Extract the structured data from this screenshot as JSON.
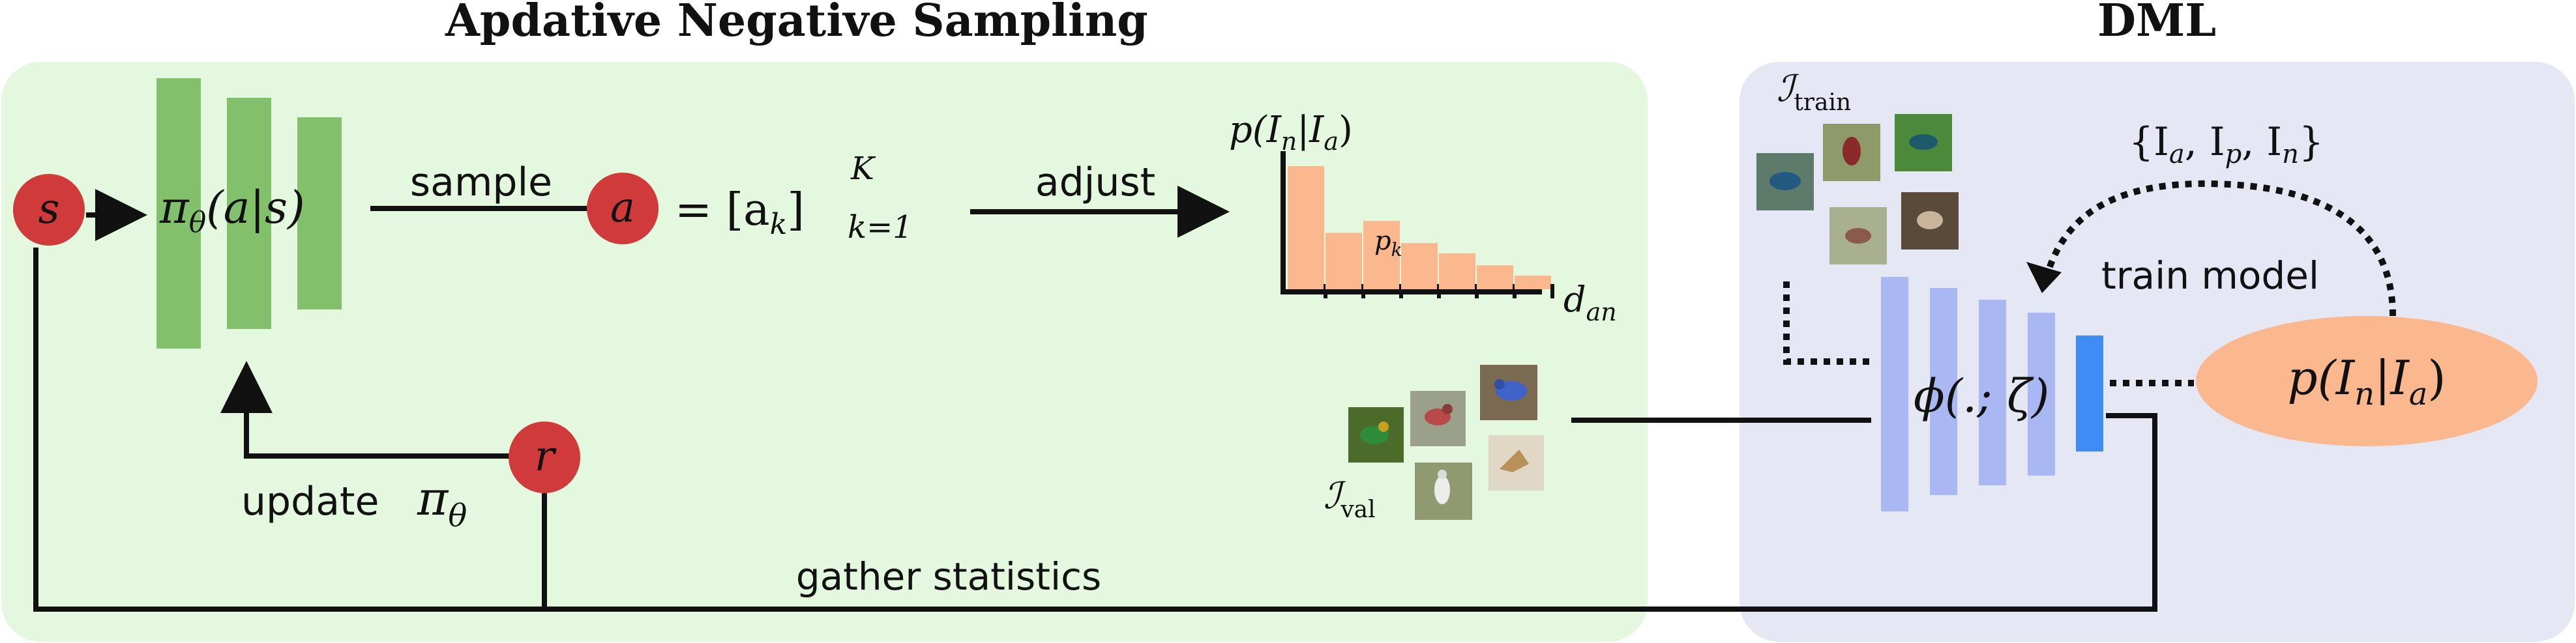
{
  "titles": {
    "left": "Apdative Negative Sampling",
    "right": "DML"
  },
  "nodes": {
    "state": "s",
    "action": "a",
    "reward": "r"
  },
  "labels": {
    "sample": "sample",
    "adjust": "adjust",
    "update": "update",
    "gather_statistics": "gather statistics",
    "train_model": "train model"
  },
  "math": {
    "policy_pi": "π",
    "policy_sub": "θ",
    "policy_args": "(a|s)",
    "action_eq": "= [a",
    "action_sub": "k",
    "action_close": "]",
    "action_sup": "K",
    "action_range": "k=1",
    "update_pi": "π",
    "update_sub": "θ",
    "dist_p": "p(I",
    "dist_n": "n",
    "dist_mid": "|I",
    "dist_a": "a",
    "dist_close": ")",
    "pk": "p",
    "pk_sub": "k",
    "xaxis": "d",
    "xaxis_sub": "an",
    "train_set": "ℐ",
    "train_sub": "train",
    "val_set": "ℐ",
    "val_sub": "val",
    "triplet": "{I",
    "triplet_a": "a",
    "triplet_p": ", I",
    "triplet_p_sub": "p",
    "triplet_n": ", I",
    "triplet_n_sub": "n",
    "triplet_close": "}",
    "model_phi": "ϕ(.; ζ)",
    "out_dist": "p(I",
    "out_dist_n": "n",
    "out_dist_mid": "|I",
    "out_dist_a": "a",
    "out_dist_close": ")"
  },
  "histogram": {
    "values": [
      0.72,
      0.33,
      0.4,
      0.27,
      0.21,
      0.14,
      0.08
    ],
    "max": 0.8
  },
  "colors": {
    "left_panel": "#e3f8de",
    "right_panel": "#e6e7f4",
    "node": "#d03a3a",
    "policy_bar": "#82c06c",
    "hist_bar": "#fbb78e",
    "encoder_bar": "#a9b8f2",
    "embed_bar": "#3f8cf5",
    "dist_ellipse": "#fbb78e"
  },
  "icons": [
    "bird-photo-icon"
  ]
}
